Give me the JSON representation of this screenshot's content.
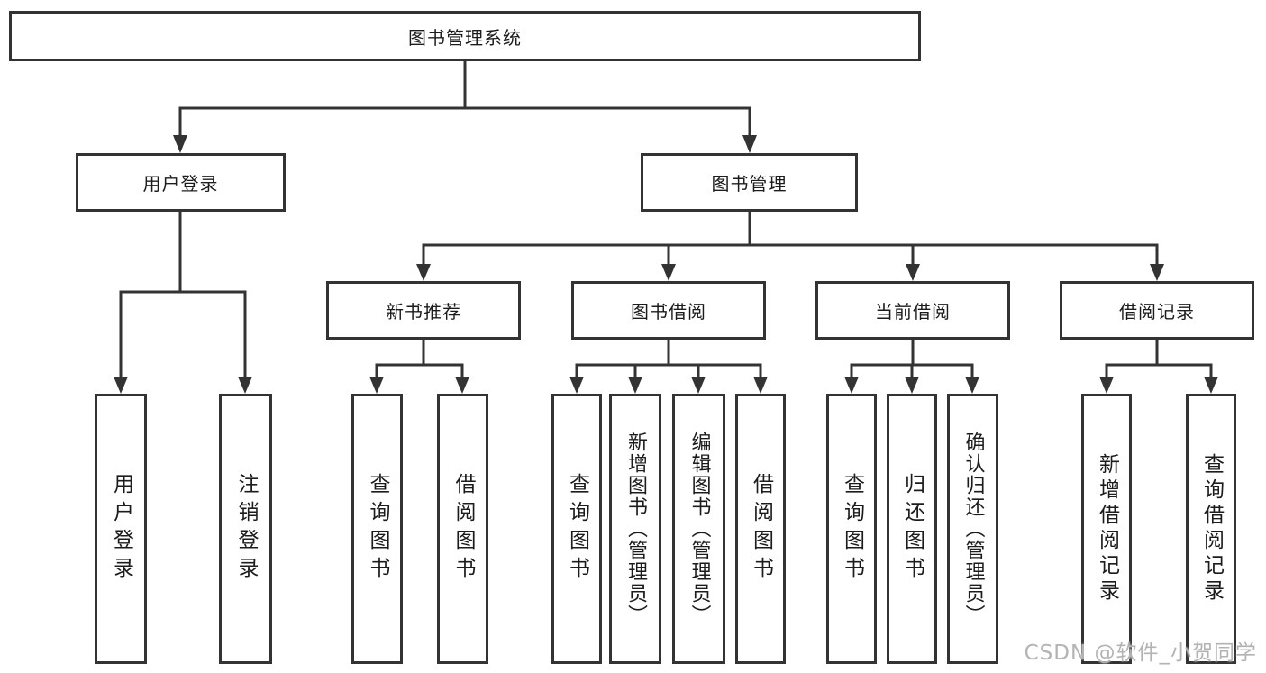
{
  "tree": {
    "root": {
      "label": "图书管理系统"
    },
    "branches": [
      {
        "label": "用户登录",
        "children": [
          {
            "label": "用户登录"
          },
          {
            "label": "注销登录"
          }
        ]
      },
      {
        "label": "图书管理",
        "children": [
          {
            "label": "新书推荐",
            "children": [
              {
                "label": "查询图书"
              },
              {
                "label": "借阅图书"
              }
            ]
          },
          {
            "label": "图书借阅",
            "children": [
              {
                "label": "查询图书"
              },
              {
                "label": "新增图书（管理员）"
              },
              {
                "label": "编辑图书（管理员）"
              },
              {
                "label": "借阅图书"
              }
            ]
          },
          {
            "label": "当前借阅",
            "children": [
              {
                "label": "查询图书"
              },
              {
                "label": "归还图书"
              },
              {
                "label": "确认归还（管理员）"
              }
            ]
          },
          {
            "label": "借阅记录",
            "children": [
              {
                "label": "新增借阅记录"
              },
              {
                "label": "查询借阅记录"
              }
            ]
          }
        ]
      }
    ]
  },
  "watermark": {
    "text": "CSDN @软件_小贺同学"
  },
  "colors": {
    "box_border": "#333333",
    "connector": "#333333",
    "text": "#1c1c1c",
    "watermark": "#b3b3b3",
    "background": "#ffffff"
  }
}
